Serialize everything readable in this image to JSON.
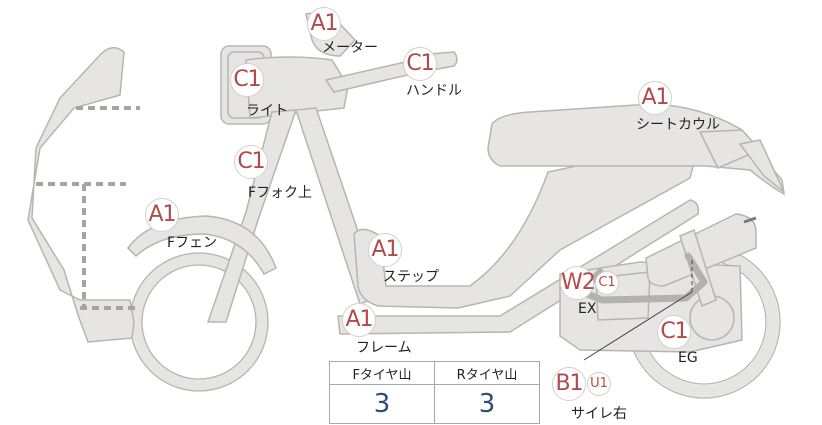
{
  "parts": [
    {
      "key": "meter",
      "grade": "A1",
      "sub": "",
      "label": "メーター"
    },
    {
      "key": "handle",
      "grade": "C1",
      "sub": "",
      "label": "ハンドル"
    },
    {
      "key": "light",
      "grade": "C1",
      "sub": "",
      "label": "ライト"
    },
    {
      "key": "fork",
      "grade": "C1",
      "sub": "",
      "label": "Fフォク上"
    },
    {
      "key": "fender",
      "grade": "A1",
      "sub": "",
      "label": "Fフェン"
    },
    {
      "key": "step",
      "grade": "A1",
      "sub": "",
      "label": "ステップ"
    },
    {
      "key": "frame",
      "grade": "A1",
      "sub": "",
      "label": "フレーム"
    },
    {
      "key": "seat-cowl",
      "grade": "A1",
      "sub": "",
      "label": "シートカウル"
    },
    {
      "key": "ex",
      "grade": "W2",
      "sub": "C1",
      "label": "EX"
    },
    {
      "key": "eg",
      "grade": "C1",
      "sub": "",
      "label": "EG"
    },
    {
      "key": "side-r",
      "grade": "B1",
      "sub": "U1",
      "label": "サイレ右"
    }
  ],
  "tread": {
    "front_label": "Fタイヤ山",
    "rear_label": "Rタイヤ山",
    "front_value": "3",
    "rear_value": "3"
  },
  "colors": {
    "grade_text": "#b24a4a",
    "tread_value": "#2f4d7a",
    "bike_fill": "#e6e5e3"
  }
}
